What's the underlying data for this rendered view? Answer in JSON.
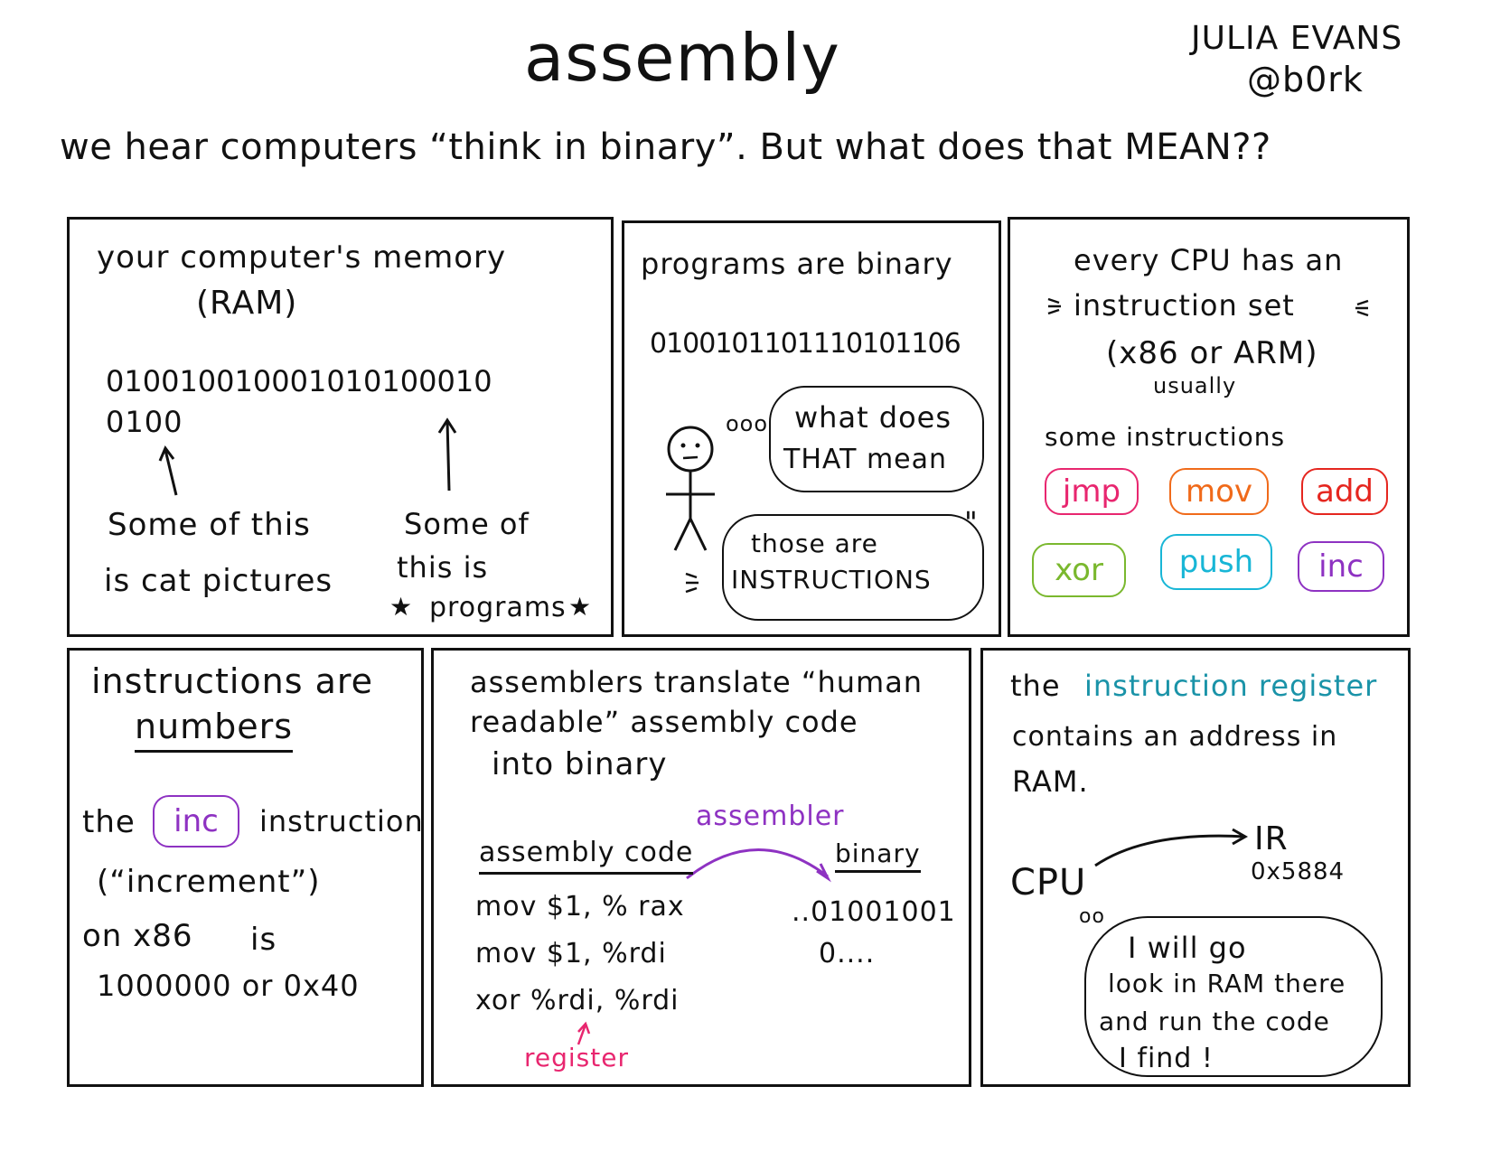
{
  "header": {
    "title": "assembly",
    "author": "JULIA EVANS",
    "handle": "@b0rk",
    "subtitle": "we hear computers “think in binary”. But what does that MEAN??"
  },
  "panel1": {
    "title_line1": "your computer's memory",
    "title_line2": "(RAM)",
    "bits_line1": "010010010001010100010",
    "bits_line2": "0100",
    "left_line1": "Some of this",
    "left_line2": "is cat pictures",
    "right_line1": "Some of",
    "right_line2": "this is",
    "right_line3": "programs",
    "star_left": "★",
    "star_right": "★"
  },
  "panel2": {
    "title": "programs are binary",
    "bits": "0100101101110101106",
    "thought_dots": "ooo",
    "thought_line1": "what does",
    "thought_line2": "THAT mean",
    "reply_line1": "those are",
    "reply_line2": "INSTRUCTIONS",
    "reply_quote": "\""
  },
  "panel3": {
    "line1": "every CPU has an",
    "line2": "instruction set",
    "line3": "(x86 or ARM)",
    "usually": "usually",
    "some": "some instructions",
    "instructions": [
      {
        "label": "jmp",
        "color": "#e8266f"
      },
      {
        "label": "mov",
        "color": "#f06a1a"
      },
      {
        "label": "add",
        "color": "#e5261f"
      },
      {
        "label": "xor",
        "color": "#7ab82e"
      },
      {
        "label": "push",
        "color": "#18b6d6"
      },
      {
        "label": "inc",
        "color": "#8e32c2"
      }
    ]
  },
  "panel4": {
    "title_line1": "instructions are",
    "title_line2": "numbers",
    "the": "the",
    "inc": "inc",
    "instruction": "instruction",
    "increment": "(“increment”)",
    "on_x86": "on x86",
    "is": "is",
    "value": "1000000 or 0x40"
  },
  "panel5": {
    "title_line1": "assemblers translate “human",
    "title_line2": "readable” assembly code",
    "title_line3": "into binary",
    "assembler": "assembler",
    "col_asm": "assembly code",
    "col_bin": "binary",
    "code": [
      "mov $1, % rax",
      "mov $1, %rdi",
      "xor %rdi, %rdi"
    ],
    "binary_line1": "..01001001",
    "binary_line2": "0....",
    "register": "register"
  },
  "panel6": {
    "the": "the",
    "ir_name": "instruction register",
    "line2": "contains an address in",
    "line3": "RAM.",
    "cpu": "CPU",
    "ir": "IR",
    "ir_value": "0x5884",
    "dots": "oo",
    "thought_line1": "I will go",
    "thought_line2": "look in RAM there",
    "thought_line3": "and run the code",
    "thought_line4": "I find !"
  },
  "colors": {
    "ink": "#111111",
    "teal": "#1a93a8",
    "purple": "#8e32c2",
    "pink": "#e8266f"
  }
}
